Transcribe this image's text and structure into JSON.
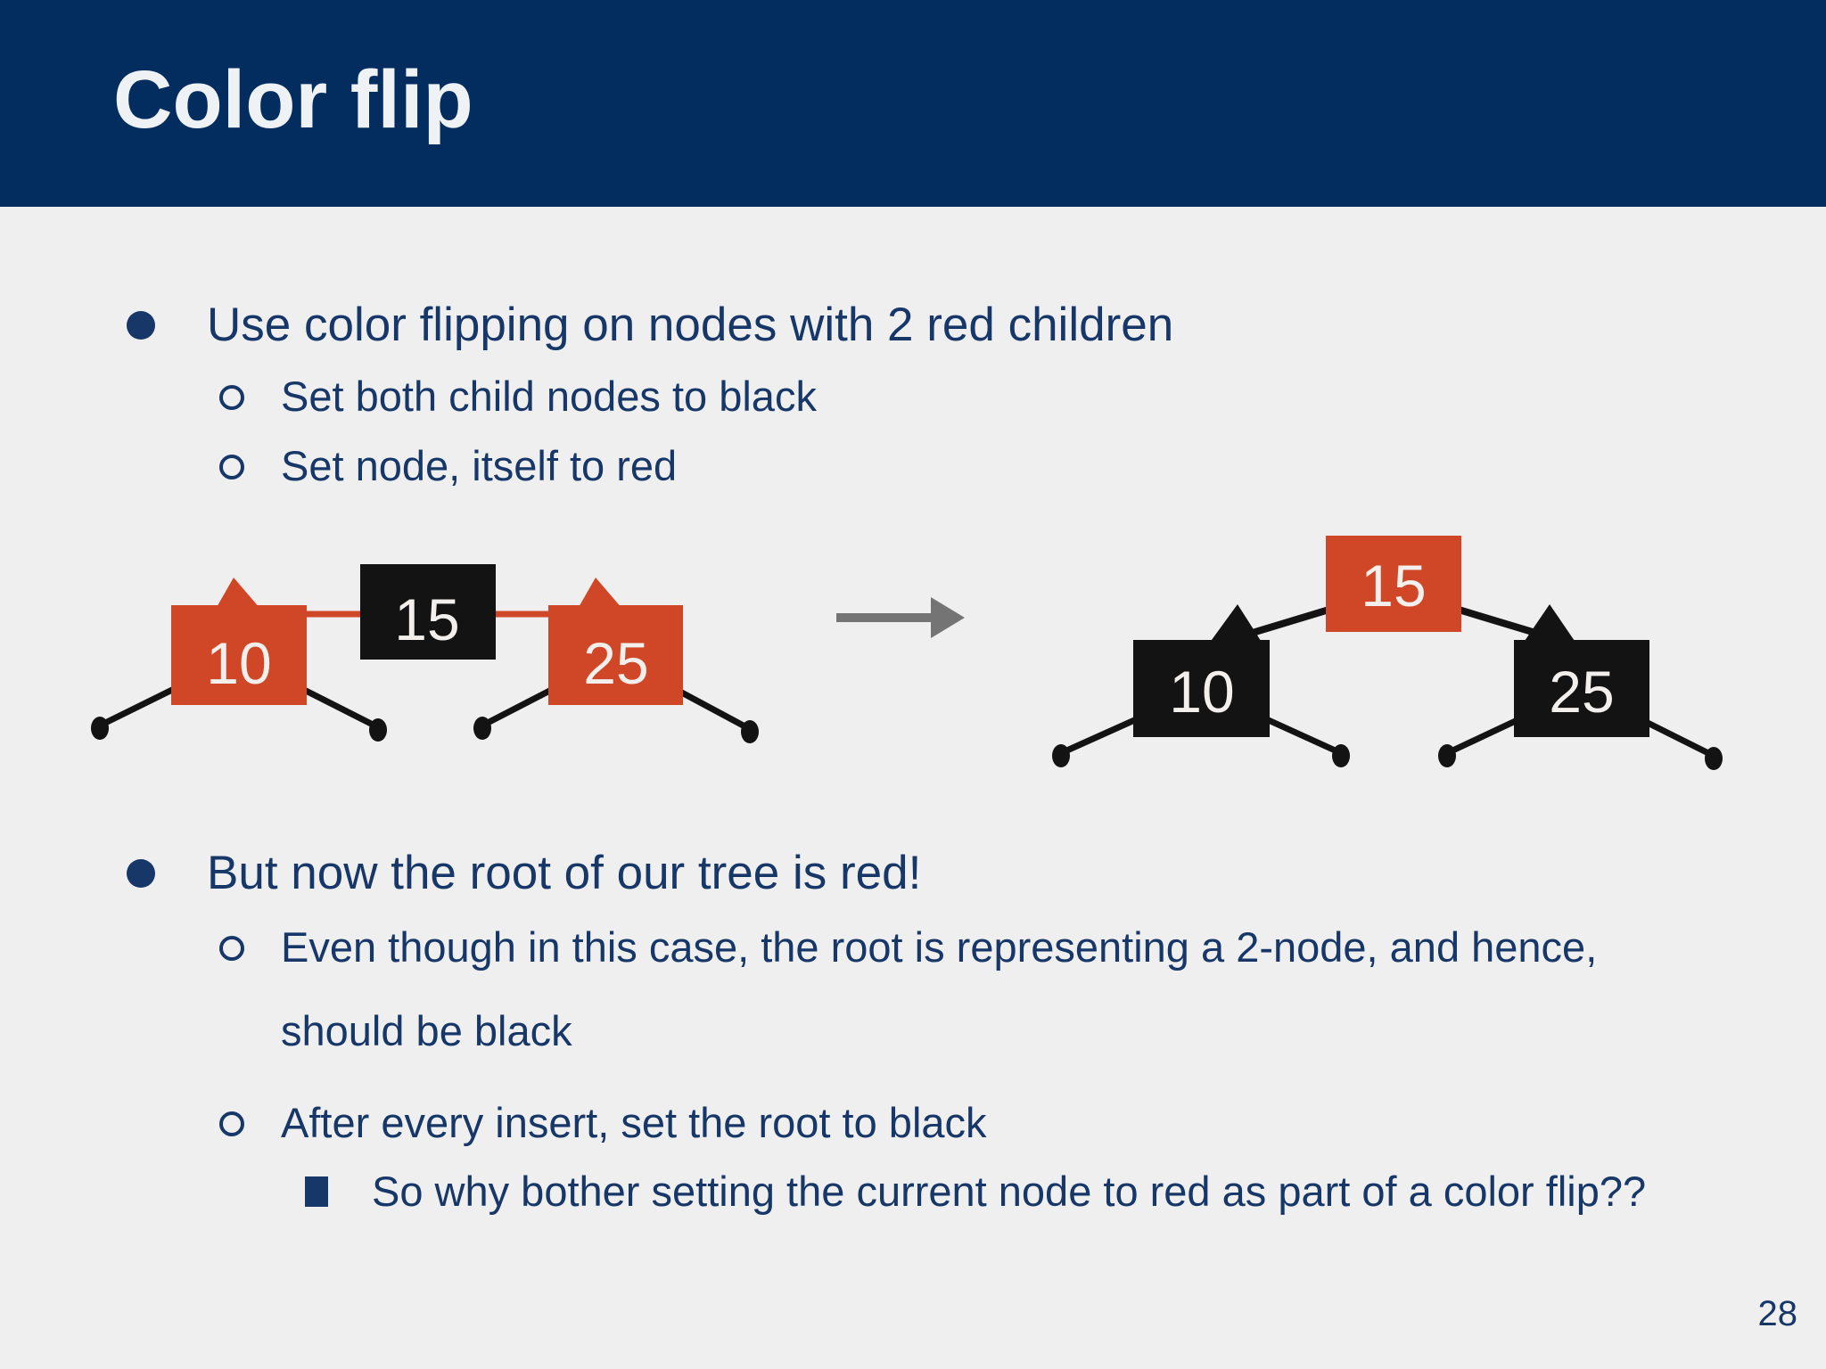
{
  "slide": {
    "title": "Color flip",
    "page_number": "28"
  },
  "colors": {
    "header_bg": "#032c5f",
    "body_bg": "#efefef",
    "title_text": "#eef2f5",
    "text": "#163767",
    "red": "#d04728",
    "black": "#131313",
    "node_text": "#f2efec",
    "arrow": "#747474"
  },
  "bullets": {
    "b1": "Use color flipping on nodes with 2 red children",
    "b1_sub1": "Set both child nodes to black",
    "b1_sub2": "Set node, itself to red",
    "b2": "But now the root of our tree is red!",
    "b2_sub1": "Even though in this case, the root is representing a 2-node, and hence, should be black",
    "b2_sub2": "After every insert, set the root to black",
    "b2_sub2_note": "So why bother setting the current node to red as part of a color flip??"
  },
  "diagram": {
    "before": {
      "root_value": "15",
      "root_color": "black",
      "left_value": "10",
      "left_color": "red",
      "right_value": "25",
      "right_color": "red"
    },
    "after": {
      "root_value": "15",
      "root_color": "red",
      "left_value": "10",
      "left_color": "black",
      "right_value": "25",
      "right_color": "black"
    },
    "transform_icon": "right-arrow"
  }
}
